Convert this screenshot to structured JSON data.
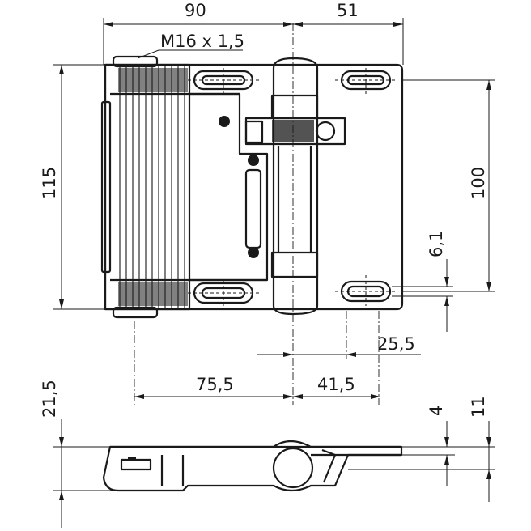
{
  "dimensions": {
    "width_top_left": "90",
    "width_top_right": "51",
    "thread": "M16 x 1,5",
    "height_total": "115",
    "height_holes": "100",
    "hole_width": "6,1",
    "hole_offset": "25,5",
    "dist_left": "75,5",
    "dist_right": "41,5",
    "depth_total": "21,5",
    "leaf_thickness": "4",
    "side_height": "11"
  }
}
